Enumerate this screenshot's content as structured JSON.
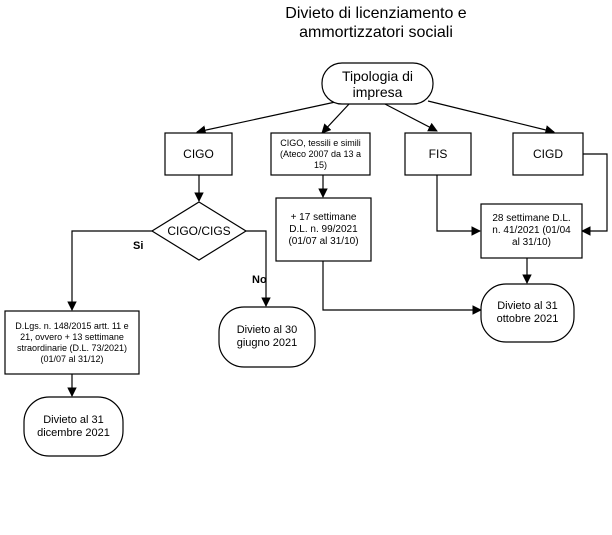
{
  "title": [
    "Divieto di licenziamento e",
    "ammortizzatori sociali"
  ],
  "nodes": {
    "tipologia": "Tipologia di impresa",
    "cigo": "CIGO",
    "cigo_tessili": "CIGO, tessili e simili (Ateco 2007 da 13 a 15)",
    "fis": "FIS",
    "cigd": "CIGD",
    "decision": "CIGO/CIGS",
    "sett17": "+ 17 settimane D.L. n. 99/2021 (01/07 al 31/10)",
    "sett28": "28 settimane D.L. n. 41/2021 (01/04 al 31/10)",
    "dlgs": "D.Lgs. n. 148/2015 artt. 11 e 21, ovvero + 13 settimane straordinarie (D.L. 73/2021) (01/07 al 31/12)",
    "div_giugno": "Divieto al 30 giugno 2021",
    "div_ottobre": "Divieto al 31 ottobre 2021",
    "div_dicembre": "Divieto al 31 dicembre 2021"
  },
  "edge_labels": {
    "si": "Si",
    "no": "No"
  }
}
